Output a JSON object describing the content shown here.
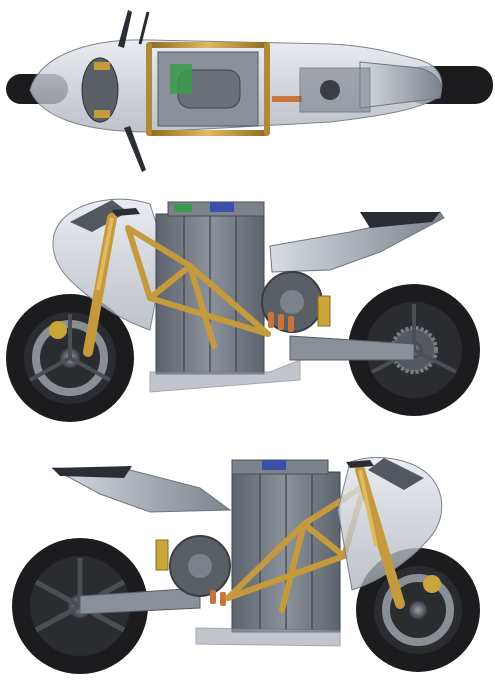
{
  "colors": {
    "background": "#ffffff",
    "frame_gold": "#c49a3c",
    "frame_gold_dark": "#8c6a22",
    "fork_gold": "#b8903a",
    "tire": "#1c1c1e",
    "rim": "#2a2c30",
    "fairing": "#c8ccd4",
    "fairing_dark": "#8d939c",
    "battery": "#6e7480",
    "battery_light": "#9aa0aa",
    "motor": "#5a5f66",
    "copper": "#c8743a",
    "brake_disc": "#8a8f96",
    "caliper_gold": "#c9a63a",
    "blue_part": "#3c4fa8",
    "green_board": "#3c9a4c",
    "seat_dark": "#2a2d33"
  },
  "views": [
    {
      "name": "top-view",
      "label": ""
    },
    {
      "name": "left-side-view",
      "label": ""
    },
    {
      "name": "right-side-view",
      "label": ""
    }
  ]
}
